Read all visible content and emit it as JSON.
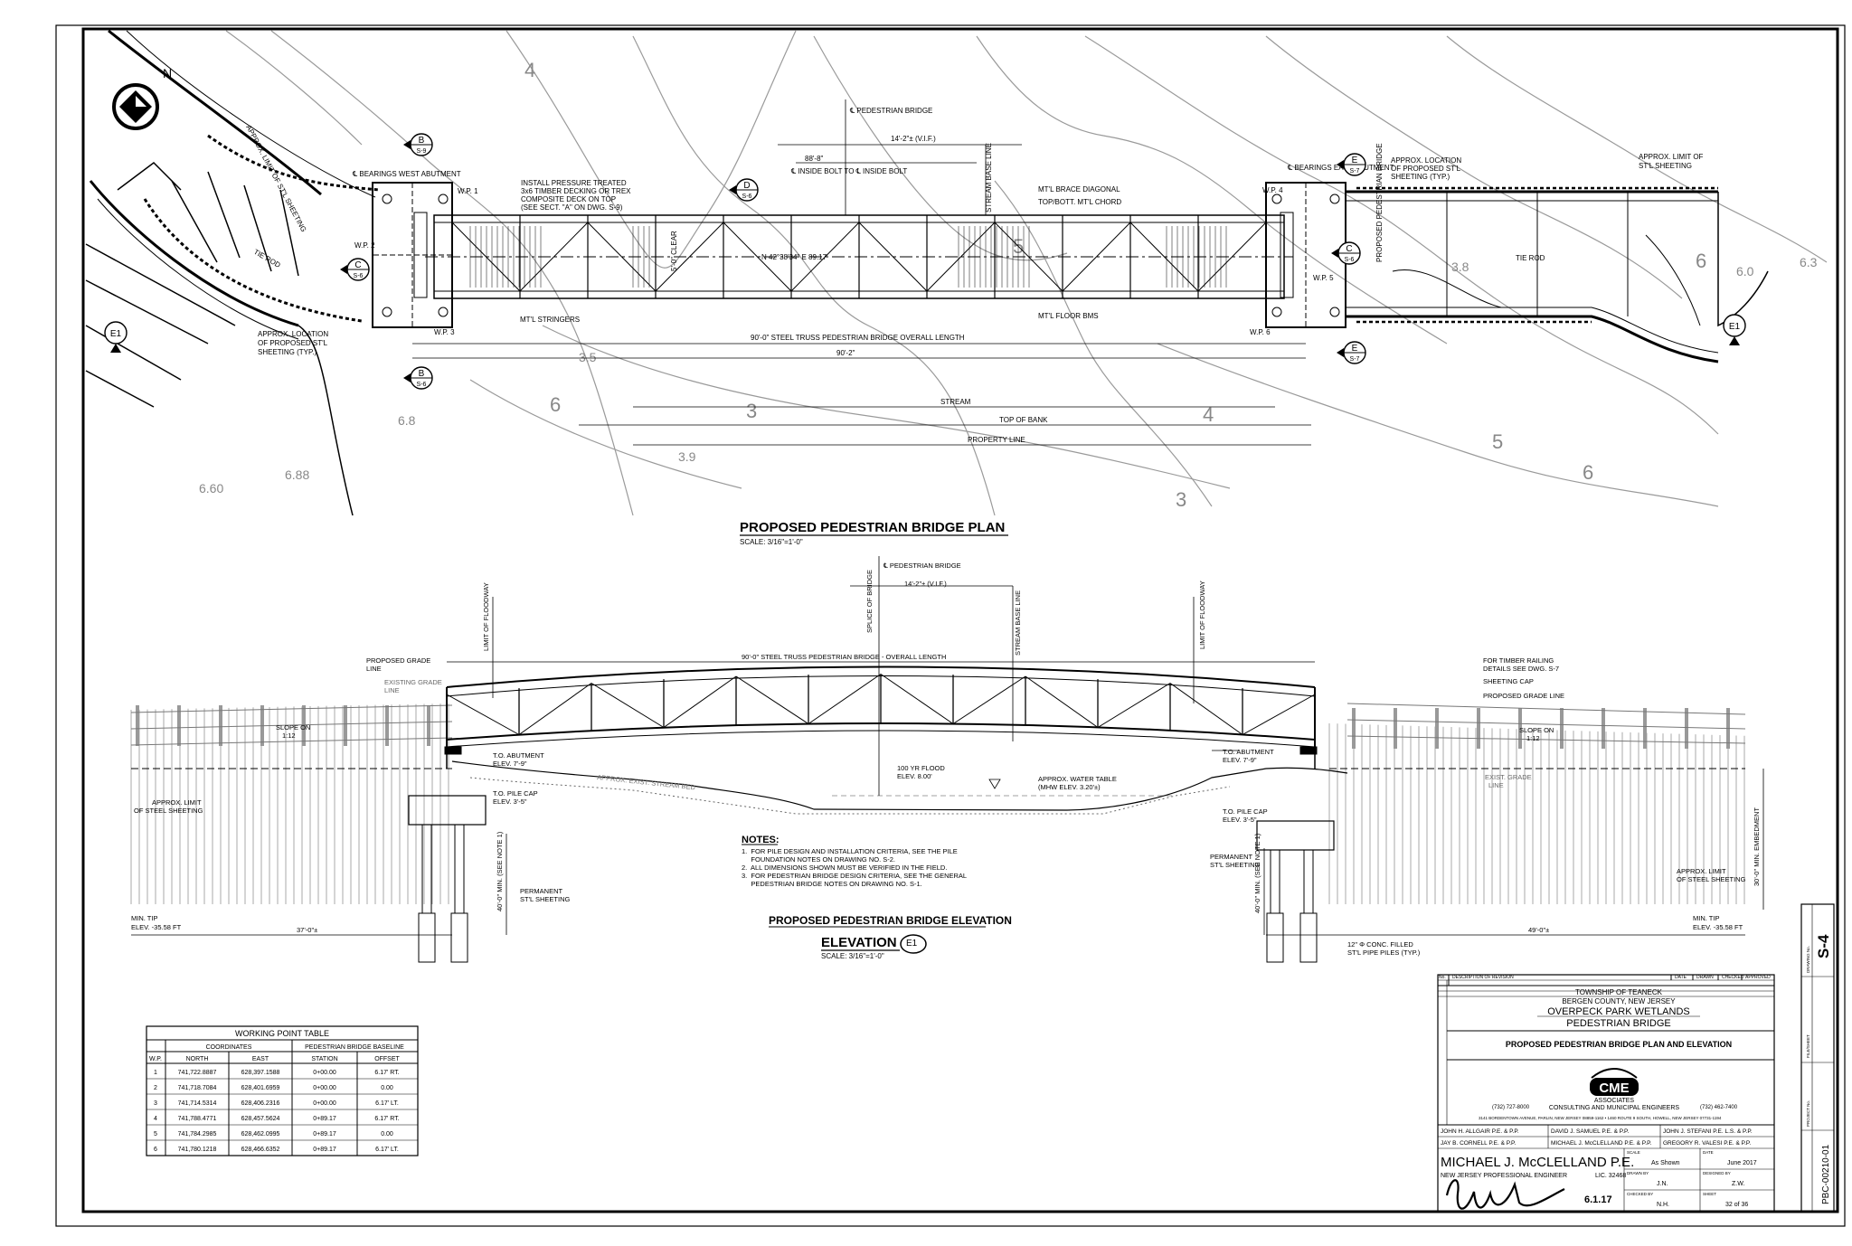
{
  "plan": {
    "title": "PROPOSED PEDESTRIAN BRIDGE PLAN",
    "scale": "SCALE: 3/16\"=1'-0\"",
    "north": "N",
    "labels": {
      "centerline": "℄ PEDESTRIAN BRIDGE",
      "vif": "14'-2\"± (V.I.F.)",
      "inside_bolt": "88'-8\"",
      "inside_bolt_desc": "℄ INSIDE BOLT TO ℄ INSIDE BOLT",
      "decking_1": "INSTALL PRESSURE TREATED",
      "decking_2": "3x6 TIMBER DECKING OR TREX",
      "decking_3": "COMPOSITE DECK ON TOP",
      "decking_4": "(SEE SECT. \"A\" ON DWG. S-9)",
      "brace_1": "MT'L BRACE DIAGONAL",
      "brace_2": "TOP/BOTT. MT'L CHORD",
      "stream_base": "STREAM BASE LINE",
      "stringers": "MT'L STRINGERS",
      "floor_bms": "MT'L FLOOR BMS",
      "overall": "90'-0\" STEEL TRUSS PEDESTRIAN BRIDGE OVERALL LENGTH",
      "dim_90_2": "90'-2\"",
      "stream": "STREAM",
      "top_bank": "TOP OF BANK",
      "property": "PROPERTY LINE",
      "tie_rod": "TIE ROD",
      "bearings_west": "℄ BEARINGS WEST ABUTMENT",
      "bearings_east": "℄ BEARINGS EAST ABUTMENT",
      "sheeting_loc_w_1": "APPROX. LOCATION",
      "sheeting_loc_w_2": "OF PROPOSED ST'L",
      "sheeting_loc_w_3": "SHEETING (TYP.)",
      "sheeting_loc_e_1": "APPROX. LOCATION",
      "sheeting_loc_e_2": "OF PROPOSED ST'L",
      "sheeting_loc_e_3": "SHEETING (TYP.)",
      "limit_e_1": "APPROX. LIMIT OF",
      "limit_e_2": "ST'L SHEETING",
      "limit_w": "APPROX. LIMIT OF ST'L SHEETING",
      "proposed_bridge": "PROPOSED PEDESTRIAN BRIDGE",
      "clear": "5'-0\" CLEAR",
      "angle": "N 42°38'34\" E 89.17'",
      "wp1": "W.P. 1",
      "wp2": "W.P. 2",
      "wp3": "W.P. 3",
      "wp4": "W.P. 4",
      "wp5": "W.P. 5",
      "wp6": "W.P. 6"
    },
    "sections": [
      {
        "letter": "B",
        "sheet": "S-9"
      },
      {
        "letter": "B",
        "sheet": "S-6"
      },
      {
        "letter": "C",
        "sheet": "S-6"
      },
      {
        "letter": "D",
        "sheet": "S-6"
      },
      {
        "letter": "E",
        "sheet": "S-7"
      },
      {
        "letter": "E",
        "sheet": "S-7"
      },
      {
        "letter": "C",
        "sheet": "S-6"
      },
      {
        "letter": "E1",
        "sheet": ""
      },
      {
        "letter": "E1",
        "sheet": ""
      }
    ],
    "contours": [
      "6",
      "4",
      "3",
      "5",
      "6",
      "4",
      "3",
      "5",
      "6",
      "3.9",
      "6.8",
      "6.60",
      "6.88",
      "3.5",
      "3.8",
      "6.0",
      "6.3"
    ]
  },
  "elevation": {
    "title": "PROPOSED PEDESTRIAN BRIDGE ELEVATION",
    "view_label": "ELEVATION",
    "view_tag": "E1",
    "scale": "SCALE: 3/16\"=1'-0\"",
    "labels": {
      "centerline": "℄ PEDESTRIAN BRIDGE",
      "vif": "14'-2\"± (V.I.F.)",
      "splice": "SPLICE OF BRIDGE",
      "stream_base": "STREAM BASE LINE",
      "floodway_w": "LIMIT OF FLOODWAY",
      "floodway_e": "LIMIT OF FLOODWAY",
      "overall": "90'-0\" STEEL TRUSS PEDESTRIAN BRIDGE - OVERALL LENGTH",
      "proposed_grade_w_1": "PROPOSED GRADE",
      "proposed_grade_w_2": "LINE",
      "existing_grade_w_1": "EXISTING GRADE",
      "existing_grade_w_2": "LINE",
      "slope_w_1": "SLOPE ON",
      "slope_w_2": "1:12",
      "slope_e_1": "SLOPE ON",
      "slope_e_2": "1:12",
      "timber_1": "FOR TIMBER RAILING",
      "timber_2": "DETAILS SEE DWG. S-7",
      "sheeting_cap": "SHEETING CAP",
      "proposed_grade_e": "PROPOSED GRADE LINE",
      "exist_grade_e_1": "EXIST. GRADE",
      "exist_grade_e_2": "LINE",
      "abut_w_1": "T.O. ABUTMENT",
      "abut_w_2": "ELEV. 7'-9\"",
      "abut_e_1": "T.O. ABUTMENT",
      "abut_e_2": "ELEV. 7'-9\"",
      "flood_1": "100 YR FLOOD",
      "flood_2": "ELEV. 8.00'",
      "water_1": "APPROX. WATER TABLE",
      "water_2": "(MHW ELEV. 3.20'±)",
      "pilecap_w_1": "T.O. PILE CAP",
      "pilecap_w_2": "ELEV. 3'-5\"",
      "pilecap_e_1": "T.O. PILE CAP",
      "pilecap_e_2": "ELEV. 3'-5\"",
      "approx_stream": "APPROX. EXIST. STREAM BED",
      "limit_w_1": "APPROX. LIMIT",
      "limit_w_2": "OF STEEL SHEETING",
      "limit_e_1": "APPROX. LIMIT",
      "limit_e_2": "OF STEEL SHEETING",
      "perm_w_1": "PERMANENT",
      "perm_w_2": "ST'L SHEETING",
      "perm_e_1": "PERMANENT",
      "perm_e_2": "ST'L SHEETING",
      "mintip_w_1": "MIN. TIP",
      "mintip_w_2": "ELEV. -35.58 FT",
      "mintip_e_1": "MIN. TIP",
      "mintip_e_2": "ELEV. -35.58 FT",
      "dim_w": "37'-0\"±",
      "dim_e": "49'-0\"±",
      "pile_w": "40'-0\" MIN. (SEE NOTE 1)",
      "pile_e": "40'-0\" MIN. (SEE NOTE 1)",
      "embed": "30'-0\" MIN. EMBEDMENT",
      "pipe_1": "12\" Φ CONC. FILLED",
      "pipe_2": "ST'L PIPE PILES (TYP.)"
    }
  },
  "notes": {
    "heading": "NOTES:",
    "items": [
      "1.  FOR PILE DESIGN AND INSTALLATION CRITERIA, SEE THE PILE",
      "     FOUNDATION NOTES ON DRAWING NO. S-2.",
      "2.  ALL DIMENSIONS SHOWN MUST BE VERIFIED IN THE FIELD.",
      "3.  FOR PEDESTRIAN BRIDGE DESIGN CRITERIA, SEE THE GENERAL",
      "     PEDESTRIAN BRIDGE NOTES ON DRAWING NO. S-1."
    ]
  },
  "wp_table": {
    "title": "WORKING POINT TABLE",
    "group_coords": "COORDINATES",
    "group_baseline": "PEDESTRIAN BRIDGE BASELINE",
    "headers": [
      "W.P.",
      "NORTH",
      "EAST",
      "STATION",
      "OFFSET"
    ],
    "rows": [
      [
        "1",
        "741,722.8887",
        "628,397.1588",
        "0+00.00",
        "6.17' RT."
      ],
      [
        "2",
        "741,718.7084",
        "628,401.6959",
        "0+00.00",
        "0.00"
      ],
      [
        "3",
        "741,714.5314",
        "628,406.2316",
        "0+00.00",
        "6.17' LT."
      ],
      [
        "4",
        "741,788.4771",
        "628,457.5624",
        "0+89.17",
        "6.17' RT."
      ],
      [
        "5",
        "741,784.2985",
        "628,462.0995",
        "0+89.17",
        "0.00"
      ],
      [
        "6",
        "741,780.1218",
        "628,466.6352",
        "0+89.17",
        "6.17' LT."
      ]
    ]
  },
  "title_block": {
    "rev_headers": [
      "No.",
      "DESCRIPTION OF REVISION",
      "DATE",
      "DRAWN",
      "CHECKED",
      "APPROVED"
    ],
    "owner_1": "TOWNSHIP OF TEANECK",
    "owner_2": "BERGEN COUNTY, NEW JERSEY",
    "project_1": "OVERPECK PARK WETLANDS",
    "project_2": "PEDESTRIAN BRIDGE",
    "sheet_title": "PROPOSED PEDESTRIAN BRIDGE PLAN AND ELEVATION",
    "firm_logo": "CME",
    "firm_1": "ASSOCIATES",
    "firm_2": "CONSULTING AND MUNICIPAL ENGINEERS",
    "phone_l": "(732) 727-8000",
    "phone_r": "(732) 462-7400",
    "address": "3141 BORDENTOWN AVENUE, PARLIN, NEW JERSEY 08859-1162 • 1460 ROUTE 9 SOUTH, HOWELL, NEW JERSEY 07731-1194",
    "engineers": [
      "JOHN H. ALLGAIR P.E. & P.P.",
      "DAVID J. SAMUEL P.E. & P.P.",
      "JOHN J. STEFANI P.E. L.S. & P.P.",
      "JAY B. CORNELL P.E. & P.P.",
      "MICHAEL J. McCLELLAND P.E. & P.P.",
      "GREGORY R. VALESI P.E. & P.P."
    ],
    "signer": "MICHAEL J. McCLELLAND P.E.",
    "signer_lic": "NEW JERSEY PROFESSIONAL ENGINEER",
    "lic_no": "LIC. 32468",
    "sign_date": "6.1.17",
    "signature": "signature",
    "scale_label": "SCALE",
    "scale_value": "As Shown",
    "date_label": "DATE",
    "date_value": "June 2017",
    "drawn_label": "DRAWN BY",
    "drawn_value": "J.N.",
    "designed_label": "DESIGNED BY",
    "designed_value": "Z.W.",
    "checked_label": "CHECKED BY",
    "checked_value": "N.H.",
    "sheet_label": "SHEET",
    "sheet_value": "32 of 36",
    "sheet_no": "S-4",
    "dwg_no": "PBC-00210-01",
    "side_small": [
      "DRAWING No.",
      "FILE/SHEET",
      "PROJECT No."
    ]
  }
}
